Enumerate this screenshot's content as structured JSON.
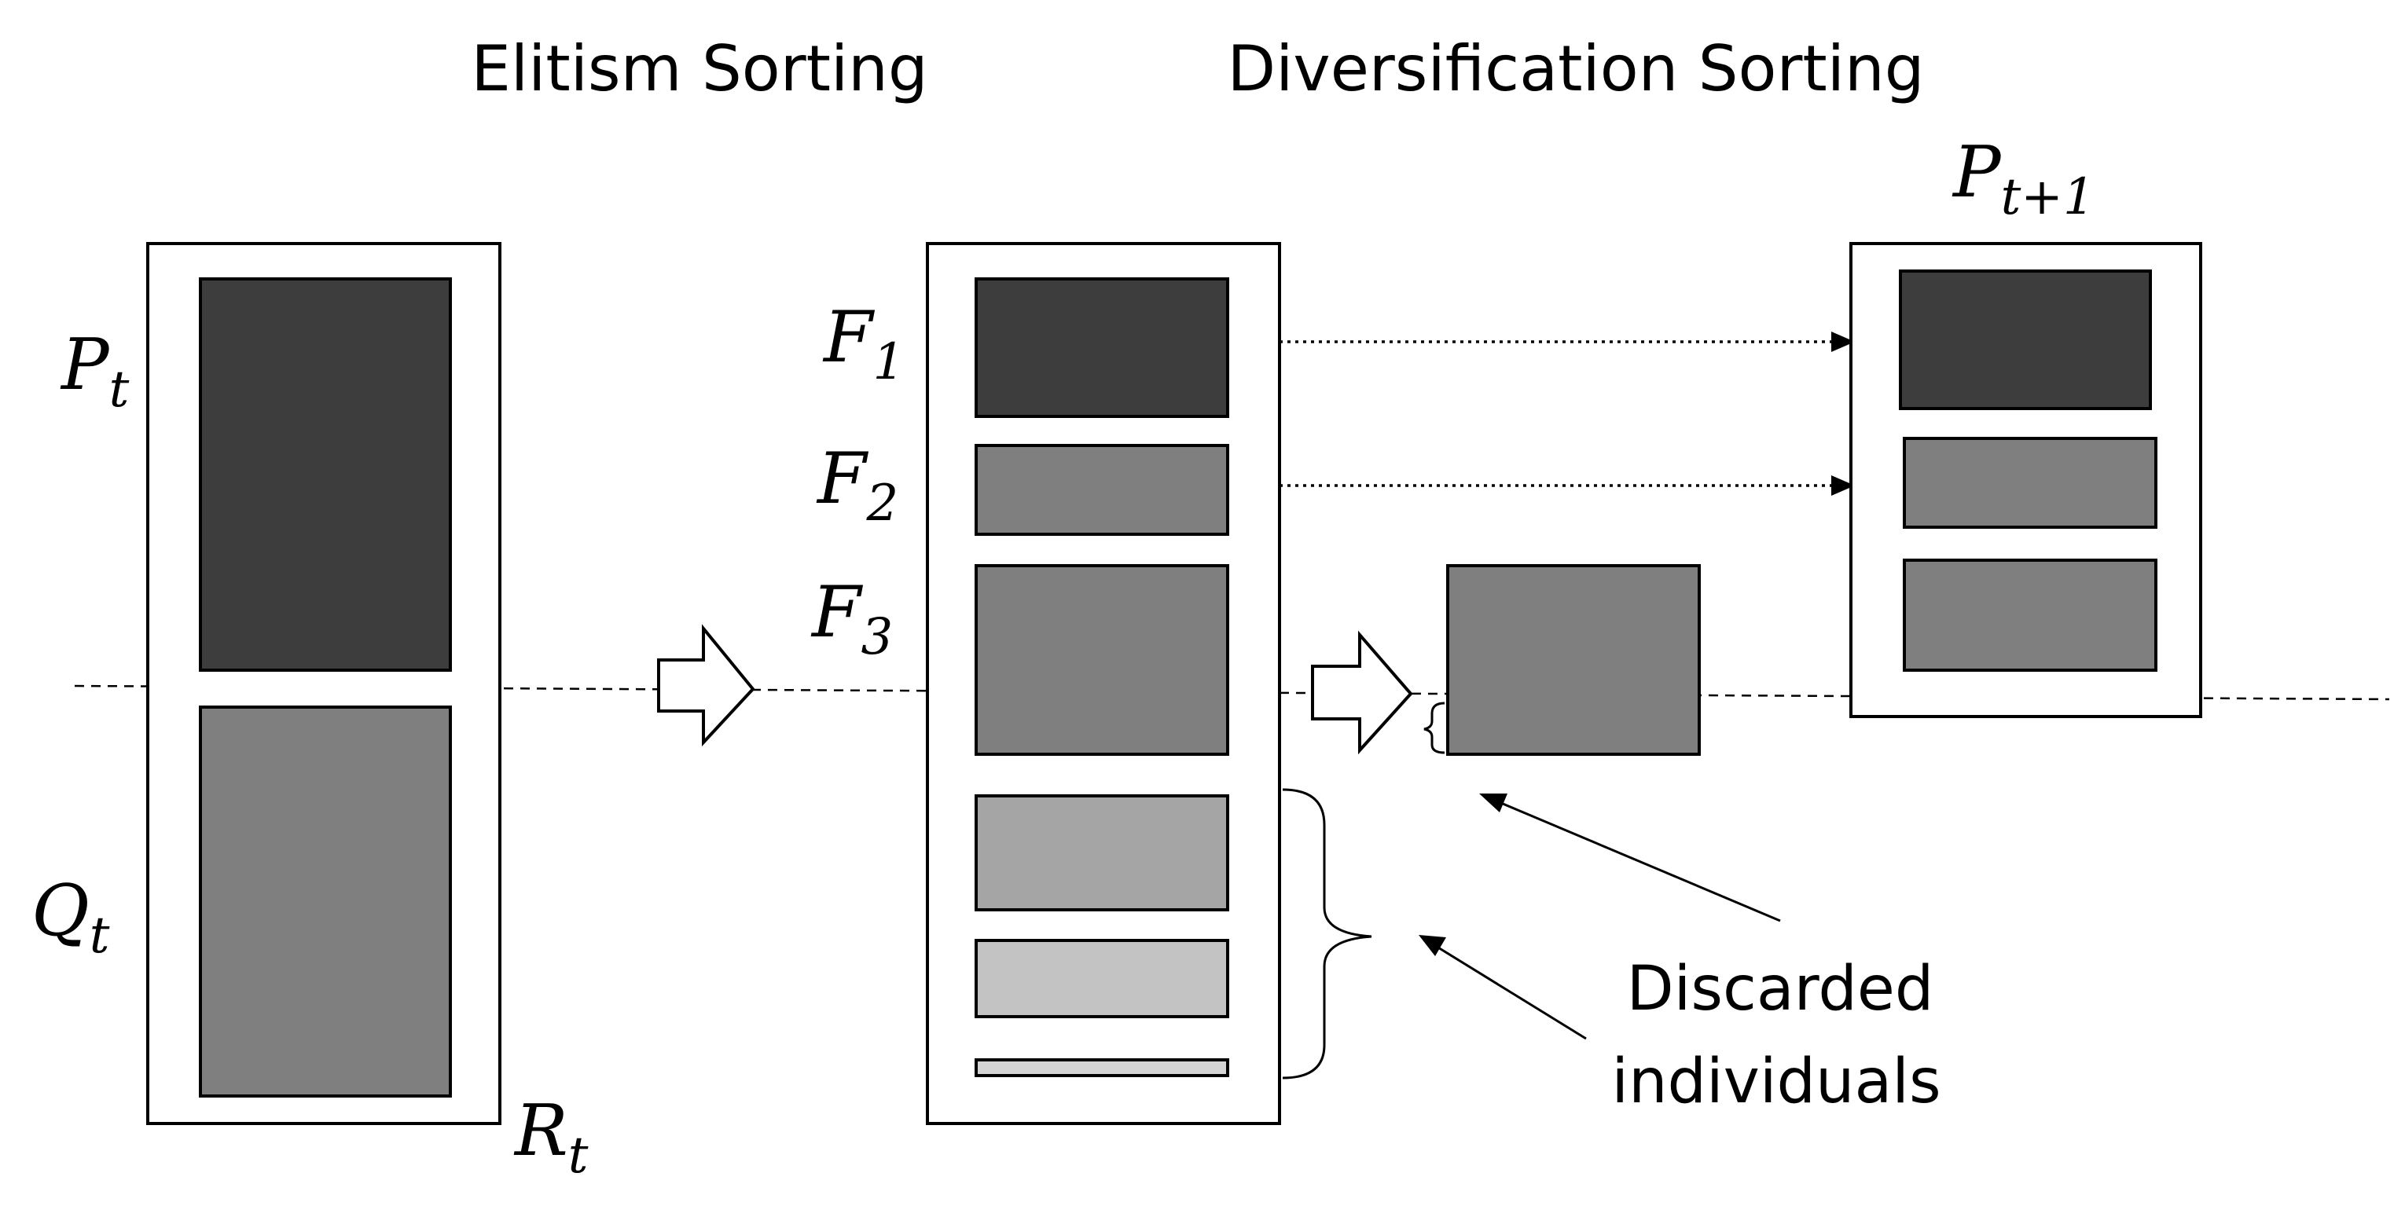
{
  "headings": {
    "elitism": "Elitism Sorting",
    "diversification": "Diversification Sorting"
  },
  "labels": {
    "p_t": {
      "base": "P",
      "sub": "t"
    },
    "q_t": {
      "base": "Q",
      "sub": "t"
    },
    "r_t": {
      "base": "R",
      "sub": "t"
    },
    "f1": {
      "base": "F",
      "sub": "1"
    },
    "f2": {
      "base": "F",
      "sub": "2"
    },
    "f3": {
      "base": "F",
      "sub": "3"
    },
    "p_next": {
      "base": "P",
      "sub": "t+1"
    }
  },
  "caption": {
    "line1": "Discarded",
    "line2": "individuals"
  },
  "colors": {
    "dark": "#3d3d3d",
    "medium": "#7f7f7f",
    "light": "#a5a5a5",
    "lighter": "#c3c3c3",
    "lightest": "#d4d4d4",
    "outline": "#000000",
    "background": "#ffffff"
  }
}
